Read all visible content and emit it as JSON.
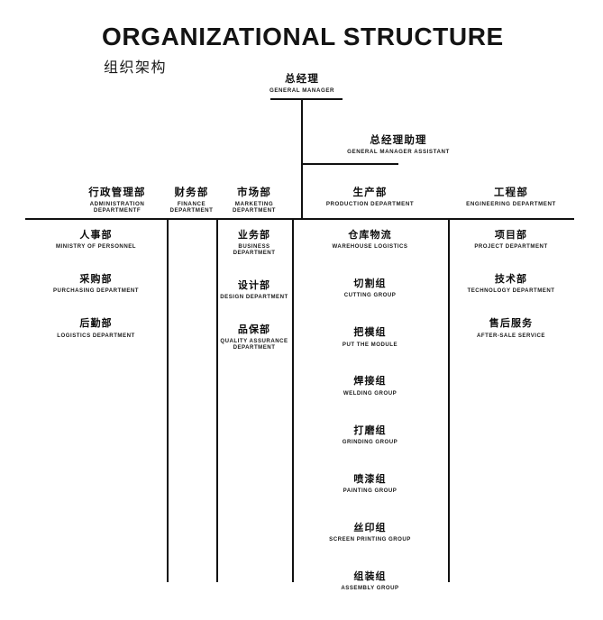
{
  "header": {
    "title_en": "ORGANIZATIONAL STRUCTURE",
    "title_zh": "组织架构"
  },
  "executive": {
    "general_manager": {
      "zh": "总经理",
      "en": "GENERAL MANAGER"
    },
    "general_manager_assistant": {
      "zh": "总经理助理",
      "en": "GENERAL MANAGER ASSISTANT"
    }
  },
  "departments": [
    {
      "zh": "行政管理部",
      "en": "ADMINISTRATION DEPARTMENTF"
    },
    {
      "zh": "财务部",
      "en": "FINANCE DEPARTMENT"
    },
    {
      "zh": "市场部",
      "en": "MARKETING DEPARTMENT"
    },
    {
      "zh": "生产部",
      "en": "PRODUCTION DEPARTMENT"
    },
    {
      "zh": "工程部",
      "en": "ENGINEERING DEPARTMENT"
    }
  ],
  "columns": {
    "administration": [
      {
        "zh": "人事部",
        "en": "MINISTRY OF PERSONNEL"
      },
      {
        "zh": "采购部",
        "en": "PURCHASING DEPARTMENT"
      },
      {
        "zh": "后勤部",
        "en": "LOGISTICS DEPARTMENT"
      }
    ],
    "marketing": [
      {
        "zh": "业务部",
        "en": "BUSINESS DEPARTMENT"
      },
      {
        "zh": "设计部",
        "en": "DESIGN DEPARTMENT"
      },
      {
        "zh": "品保部",
        "en": "QUALITY ASSURANCE DEPARTMENT"
      }
    ],
    "production": [
      {
        "zh": "仓库物流",
        "en": "WAREHOUSE LOGISTICS"
      },
      {
        "zh": "切割组",
        "en": "CUTTING GROUP"
      },
      {
        "zh": "把模组",
        "en": "PUT THE MODULE"
      },
      {
        "zh": "焊接组",
        "en": "WELDING GROUP"
      },
      {
        "zh": "打磨组",
        "en": "GRINDING GROUP"
      },
      {
        "zh": "喷漆组",
        "en": "PAINTING GROUP"
      },
      {
        "zh": "丝印组",
        "en": "SCREEN PRINTING GROUP"
      },
      {
        "zh": "组装组",
        "en": "ASSEMBLY GROUP"
      }
    ],
    "engineering": [
      {
        "zh": "项目部",
        "en": "PROJECT DEPARTMENT"
      },
      {
        "zh": "技术部",
        "en": "TECHNOLOGY DEPARTMENT"
      },
      {
        "zh": "售后服务",
        "en": "AFTER-SALE SERVICE"
      }
    ]
  }
}
